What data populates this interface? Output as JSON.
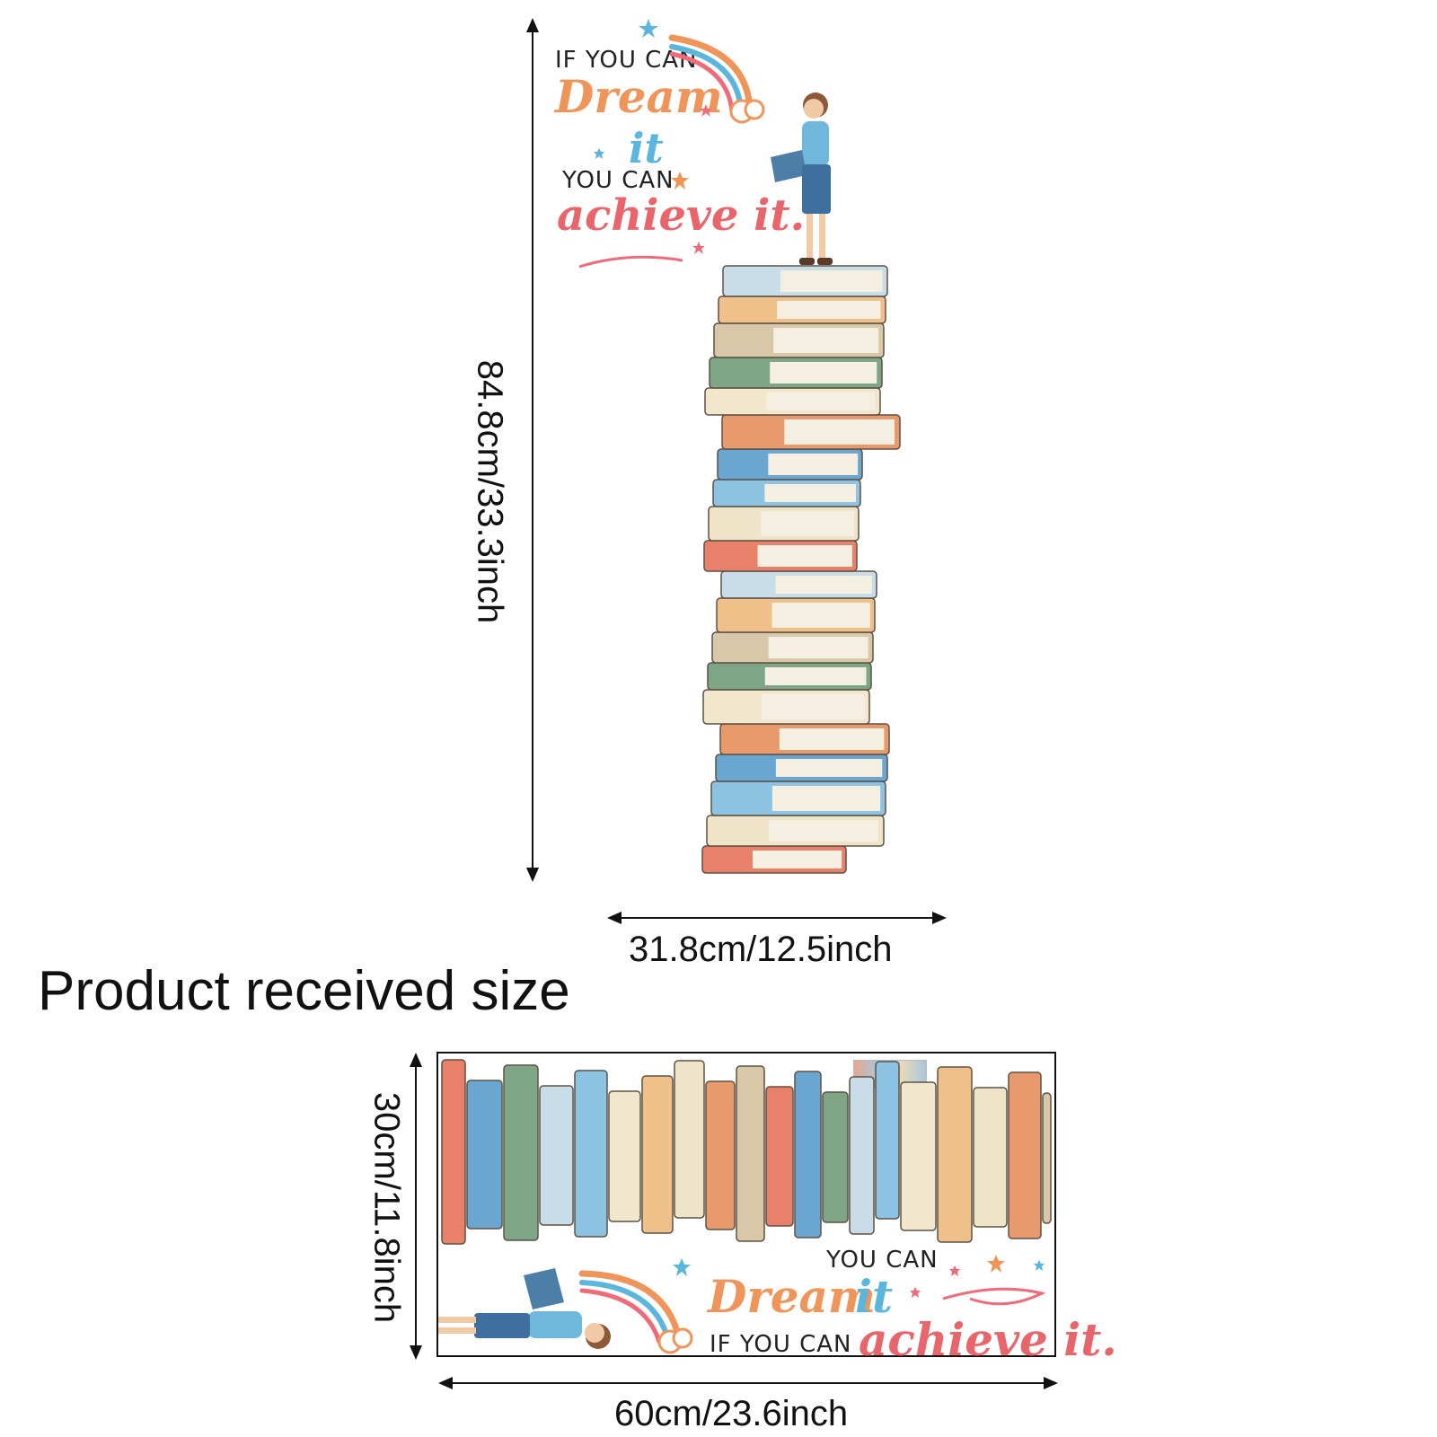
{
  "top_decal": {
    "quote": {
      "line1": "IF YOU CAN",
      "line2": "Dream",
      "line3": "it",
      "line4": "YOU CAN",
      "line5": "achieve it."
    },
    "height_label": "84.8cm/33.3inch",
    "width_label": "31.8cm/12.5inch"
  },
  "section_title": "Product received size",
  "sheet": {
    "quote": {
      "line1": "YOU CAN",
      "line2a": "Dream",
      "line2b": "it",
      "line3a": "IF YOU CAN",
      "line3b": "achieve it."
    },
    "height_label": "30cm/11.8inch",
    "width_label": "60cm/23.6inch"
  },
  "colors": {
    "orange": "#f0955a",
    "blue": "#5bb5dc",
    "coral": "#e8666b",
    "pink": "#f06a7a"
  }
}
